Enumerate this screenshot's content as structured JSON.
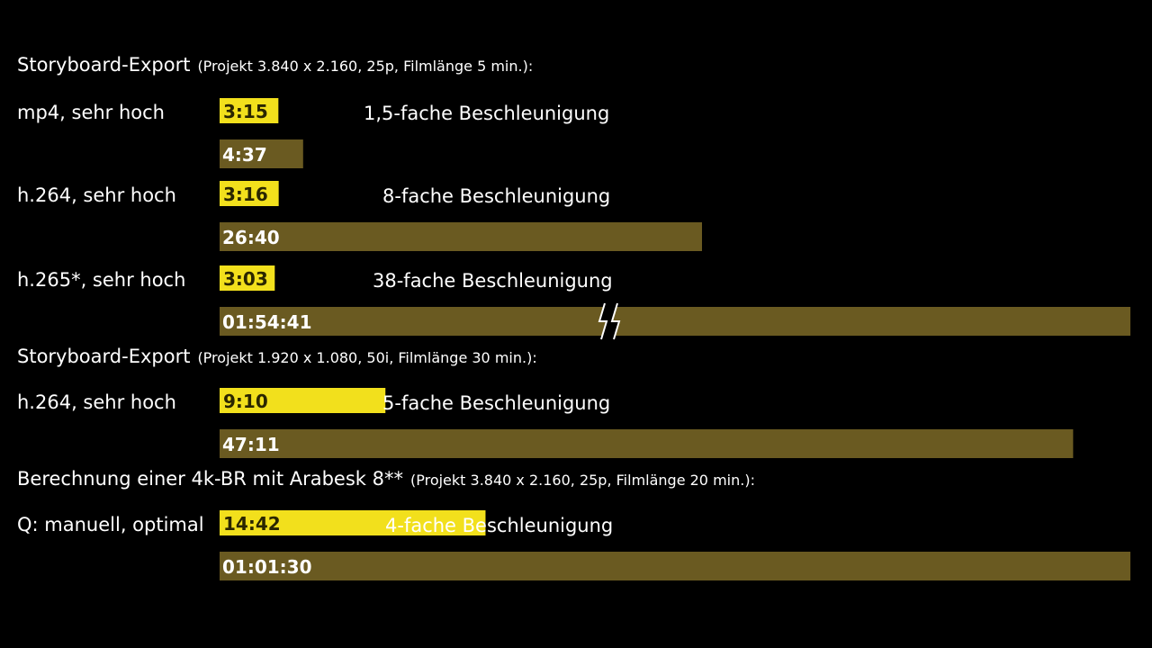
{
  "colors": {
    "background": "#000000",
    "fast_bar": "#f2e01c",
    "slow_bar": "#6a5a21",
    "fast_text": "#2a2600",
    "slow_text": "#ffffff",
    "text": "#ffffff"
  },
  "chart_data": {
    "type": "bar",
    "orientation": "horizontal",
    "value_unit": "seconds",
    "axis_break_on": "h.265*, sehr hoch",
    "sections": [
      {
        "heading": "Storyboard-Export",
        "subheading": "(Projekt 3.840 x 2.160, 25p, Filmlänge 5 min.):",
        "rows": [
          {
            "label": "mp4, sehr hoch",
            "fast_label": "3:15",
            "fast_value": 195,
            "slow_label": "4:37",
            "slow_value": 277,
            "note": "1,5-fache Beschleunigung"
          },
          {
            "label": "h.264, sehr hoch",
            "fast_label": "3:16",
            "fast_value": 196,
            "slow_label": "26:40",
            "slow_value": 1600,
            "note": "8-fache Beschleunigung"
          },
          {
            "label": "h.265*, sehr hoch",
            "fast_label": "3:03",
            "fast_value": 183,
            "slow_label": "01:54:41",
            "slow_value": 6881,
            "note": "38-fache Beschleunigung"
          }
        ]
      },
      {
        "heading": "Storyboard-Export",
        "subheading": "(Projekt 1.920 x 1.080, 50i, Filmlänge 30 min.):",
        "rows": [
          {
            "label": "h.264, sehr hoch",
            "fast_label": "9:10",
            "fast_value": 550,
            "slow_label": "47:11",
            "slow_value": 2831,
            "note": "5-fache Beschleunigung"
          }
        ]
      },
      {
        "heading": "Berechnung einer 4k-BR mit Arabesk 8**",
        "subheading": "(Projekt 3.840 x 2.160, 25p, Filmlänge 20 min.):",
        "rows": [
          {
            "label": "Q: manuell, optimal",
            "fast_label": "14:42",
            "fast_value": 882,
            "slow_label": "01:01:30",
            "slow_value": 3690,
            "note": "4-fache Beschleunigung"
          }
        ]
      }
    ]
  }
}
